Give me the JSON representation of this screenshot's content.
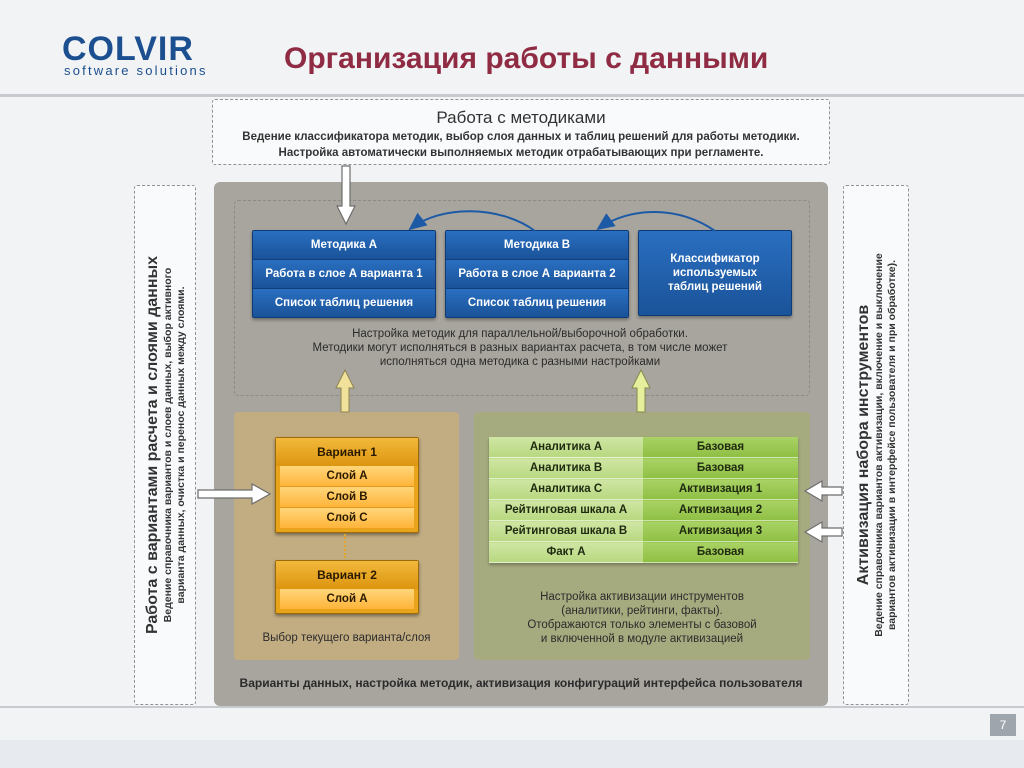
{
  "logo": {
    "word": "COLVIR",
    "sub": "software solutions"
  },
  "title": "Организация работы с данными",
  "methods_box": {
    "heading": "Работа с методиками",
    "line1": "Ведение классификатора методик, выбор слоя данных и таблиц решений для работы методики.",
    "line2": "Настройка автоматически выполняемых методик отрабатывающих при регламенте."
  },
  "method_a": {
    "name": "Методика А",
    "layer": "Работа в слое А варианта 1",
    "tables": "Список таблиц решения"
  },
  "method_b": {
    "name": "Методика В",
    "layer": "Работа в слое А варианта 2",
    "tables": "Список таблиц решения"
  },
  "classifier": {
    "line1": "Классификатор",
    "line2": "используемых",
    "line3": "таблиц решений"
  },
  "methods_note": {
    "line1": "Настройка методик для параллельной/выборочной обработки.",
    "line2": "Методики могут исполняться в разных вариантах расчета, в том числе может",
    "line3": "исполняться одна методика с разными настройками"
  },
  "variant1": {
    "name": "Вариант 1",
    "layers": [
      "Слой А",
      "Слой В",
      "Слой С"
    ]
  },
  "variant2": {
    "name": "Вариант 2",
    "layers": [
      "Слой А"
    ]
  },
  "variant_note": "Выбор текущего варианта/слоя",
  "tools_table": [
    [
      "Аналитика А",
      "Базовая"
    ],
    [
      "Аналитика В",
      "Базовая"
    ],
    [
      "Аналитика С",
      "Активизация 1"
    ],
    [
      "Рейтинговая шкала А",
      "Активизация 2"
    ],
    [
      "Рейтинговая шкала В",
      "Активизация 3"
    ],
    [
      "Факт А",
      "Базовая"
    ]
  ],
  "tools_note": {
    "line1": "Настройка активизации инструментов",
    "line2": "(аналитики, рейтинги, факты).",
    "line3": "Отображаются только элементы с базовой",
    "line4": "и включенной в модуле активизацией"
  },
  "bottom_note": "Варианты данных, настройка методик, активизация конфигураций интерфейса пользователя",
  "left_side": {
    "heading": "Работа с вариантами расчета и слоями данных",
    "line1": "Ведение справочника вариантов и слоев данных, выбор активного",
    "line2": "варианта данных, очистка и перенос данных между слоями."
  },
  "right_side": {
    "heading": "Активизация набора инструментов",
    "line1": "Ведение справочника вариантов активизации, включение и выключение",
    "line2": "вариантов активизации в интерфейсе пользователя и при обработке)."
  },
  "page_number": "7",
  "colors": {
    "title": "#8f2b42",
    "brand": "#1c4f8f",
    "blue": "#1c5aa6",
    "orange": "#e8a51c",
    "green": "#a9d365"
  }
}
